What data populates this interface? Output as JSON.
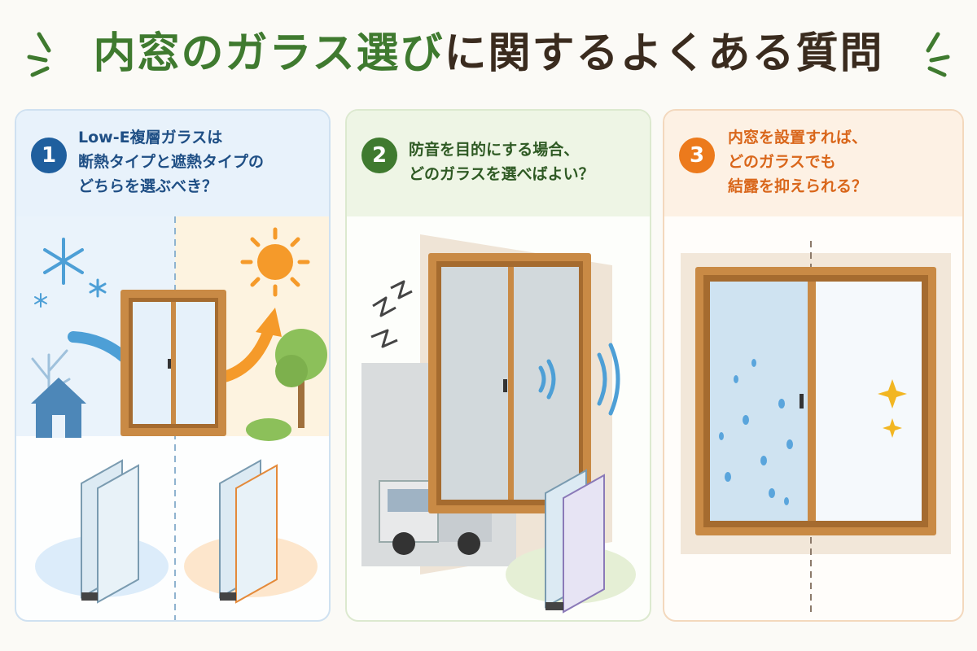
{
  "title": {
    "part1": "内窓のガラス選び",
    "part2": "に関するよくある質問"
  },
  "cards": [
    {
      "number": "1",
      "accent": "#1f5f9e",
      "question_lines": [
        "Low-E複層ガラスは",
        "断熱タイプと遮熱タイプの",
        "どちらを選ぶべき？"
      ],
      "icons": [
        "snowflake-icon",
        "sun-icon",
        "house-icon",
        "tree-icon",
        "window-icon",
        "double-glass-icon"
      ]
    },
    {
      "number": "2",
      "accent": "#3f7a2f",
      "question_lines": [
        "防音を目的にする場合、",
        "どのガラスを選べばよい？"
      ],
      "icons": [
        "noise-icon",
        "truck-icon",
        "window-icon",
        "sound-wave-icon",
        "double-glass-icon"
      ]
    },
    {
      "number": "3",
      "accent": "#ec7a1c",
      "question_lines": [
        "内窓を設置すれば、",
        "どのガラスでも",
        "結露を抑えられる？"
      ],
      "icons": [
        "window-icon",
        "condensation-icon",
        "sparkle-icon"
      ]
    }
  ],
  "colors": {
    "green": "#3f7a2f",
    "brown": "#3a2b1e",
    "blue": "#1f5f9e",
    "orange": "#ec7a1c",
    "wood": "#c98a45"
  }
}
